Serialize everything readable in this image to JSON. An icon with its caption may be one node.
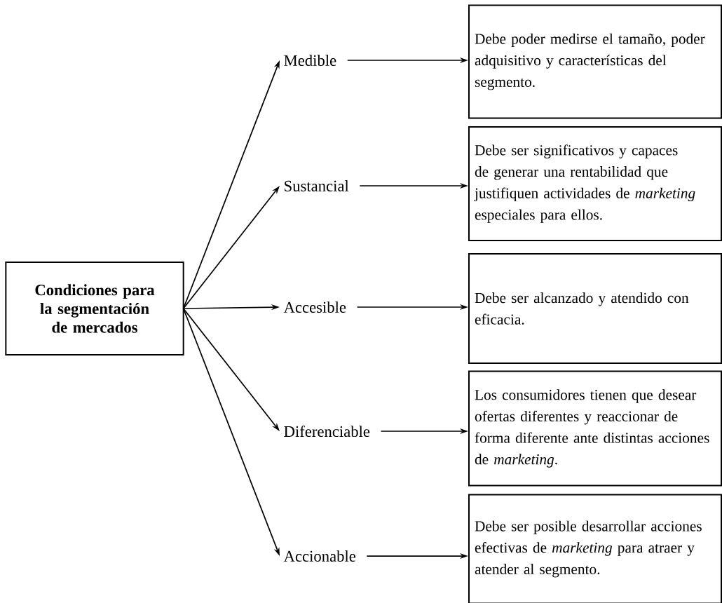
{
  "diagram": {
    "nodes": [
      {
        "text": [
          "Condiciones para la segmentación de mercados"
        ]
      },
      {
        "text": [
          "Medible"
        ]
      },
      {
        "text": [
          "Sustancial"
        ]
      },
      {
        "text": [
          "Accesible"
        ]
      },
      {
        "text": [
          "Diferenciable"
        ]
      },
      {
        "text": [
          "Accionable"
        ]
      },
      {
        "text": [
          "Debe poder medirse el tamaño, poder adquisitivo y características del segmento."
        ]
      },
      {
        "text": [
          "Debe ser significativos y capaces de generar una rentabilidad que justifiquen actividades de *marketing* especiales para ellos."
        ]
      },
      {
        "text": [
          "Debe ser alcanzado y atendido con eficacia."
        ]
      },
      {
        "text": [
          "Los consumidores tienen que desear ofertas diferentes y reaccionar de forma diferente ante distintas acciones de *marketing*."
        ]
      },
      {
        "text": [
          "Debe ser posible desarrollar acciones efectivas de *marketing* para atraer y atender al segmento."
        ]
      }
    ],
    "edges": [
      {
        "from": 0,
        "to": 1,
        "arrow": "to"
      },
      {
        "from": 0,
        "to": 2,
        "arrow": "to"
      },
      {
        "from": 0,
        "to": 3,
        "arrow": "to"
      },
      {
        "from": 0,
        "to": 4,
        "arrow": "to"
      },
      {
        "from": 0,
        "to": 5,
        "arrow": "to"
      },
      {
        "from": 1,
        "to": 6,
        "arrow": "to"
      },
      {
        "from": 2,
        "to": 7,
        "arrow": "to"
      },
      {
        "from": 3,
        "to": 8,
        "arrow": "to"
      },
      {
        "from": 4,
        "to": 9,
        "arrow": "to"
      },
      {
        "from": 5,
        "to": 10,
        "arrow": "to"
      }
    ]
  }
}
